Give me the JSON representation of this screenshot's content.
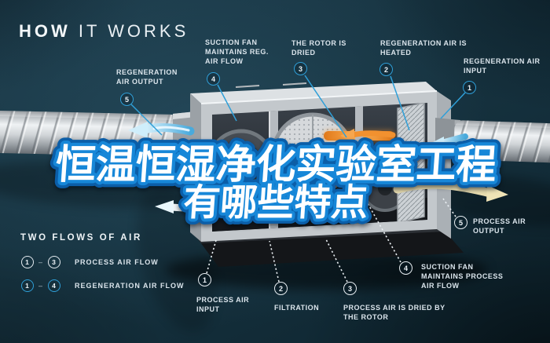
{
  "title": {
    "bold": "HOW",
    "light": "IT WORKS"
  },
  "headline": {
    "line1": "恒温恒湿净化实验室工程",
    "line2": "有哪些特点"
  },
  "regeneration_callouts": [
    {
      "num": "5",
      "label": "REGENERATION AIR OUTPUT"
    },
    {
      "num": "4",
      "label": "SUCTION FAN MAINTAINS REG. AIR FLOW"
    },
    {
      "num": "3",
      "label": "THE ROTOR IS DRIED"
    },
    {
      "num": "2",
      "label": "REGENERATION AIR IS HEATED"
    },
    {
      "num": "1",
      "label": "REGENERATION AIR INPUT"
    }
  ],
  "process_callouts": [
    {
      "num": "1",
      "label": "PROCESS AIR INPUT"
    },
    {
      "num": "2",
      "label": "FILTRATION"
    },
    {
      "num": "3",
      "label": "PROCESS AIR IS DRIED BY THE ROTOR"
    },
    {
      "num": "4",
      "label": "SUCTION FAN MAINTAINS PROCESS AIR FLOW"
    },
    {
      "num": "5",
      "label": "PROCESS AIR OUTPUT"
    }
  ],
  "legend": {
    "title": "TWO FLOWS OF AIR",
    "separator": "–",
    "rows": [
      {
        "from": "1",
        "to": "3",
        "label": "PROCESS AIR FLOW",
        "style": "process"
      },
      {
        "from": "1",
        "to": "4",
        "label": "REGENERATION AIR FLOW",
        "style": "regeneration"
      }
    ]
  },
  "colors": {
    "background": "#16323F",
    "accent_blue": "#2F9FD8",
    "headline_stroke": "#1787D8",
    "headline_stroke_dark": "#0B5EA8",
    "headline_fill": "#FFFFFF",
    "label_text": "#DBE5EC",
    "circle_white": "#E8EEF2",
    "cream_arrow": "#E9DDB0",
    "heater_orange": "#F2912F",
    "machine_silver": "#C9CED2"
  }
}
